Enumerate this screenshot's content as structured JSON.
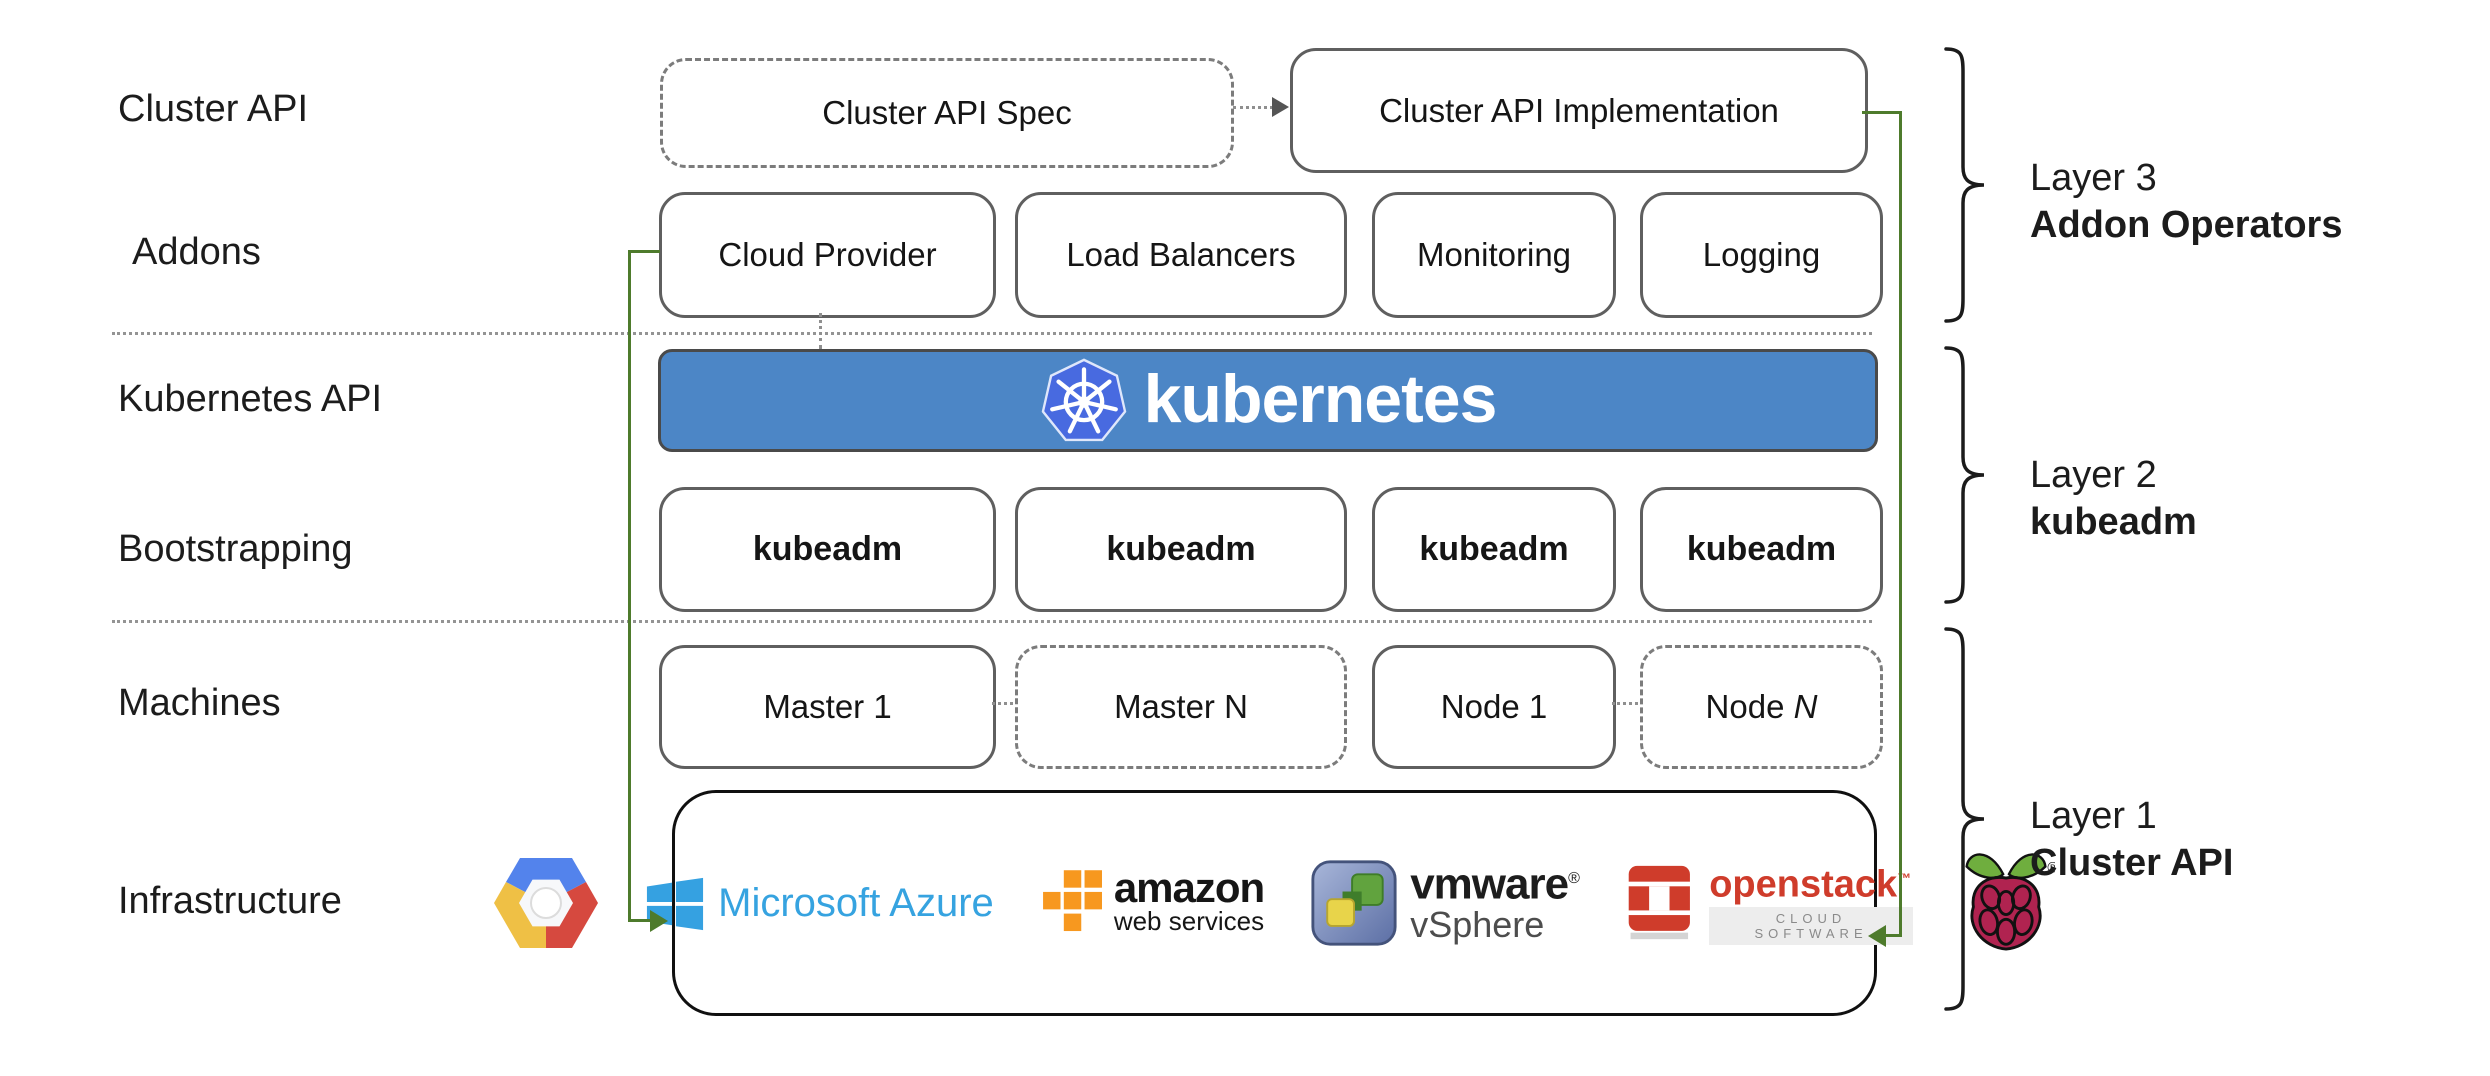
{
  "row_labels": {
    "cluster_api": "Cluster API",
    "addons": "Addons",
    "kubernetes_api": "Kubernetes API",
    "bootstrapping": "Bootstrapping",
    "machines": "Machines",
    "infrastructure": "Infrastructure"
  },
  "cluster_api_row": {
    "spec_label": "Cluster API Spec",
    "implementation_label": "Cluster API Implementation"
  },
  "addons": [
    "Cloud Provider",
    "Load Balancers",
    "Monitoring",
    "Logging"
  ],
  "kubernetes": {
    "brand": "kubernetes"
  },
  "bootstrapping": [
    "kubeadm",
    "kubeadm",
    "kubeadm",
    "kubeadm"
  ],
  "machines": [
    {
      "label": "Master 1"
    },
    {
      "label": "Master N"
    },
    {
      "label": "Node 1"
    },
    {
      "label": "Node ",
      "italic": "N"
    }
  ],
  "infrastructure": {
    "azure_text": "Microsoft Azure",
    "aws_line1": "amazon",
    "aws_line2": "web services",
    "vmware_line1": "vmware",
    "vmware_reg": "®",
    "vmware_line2": "vSphere",
    "openstack_text": "openstack",
    "openstack_tm": "™",
    "openstack_sub": "CLOUD SOFTWARE",
    "raspberry_reg": "®"
  },
  "layers": [
    {
      "line1": "Layer 3",
      "line2": "Addon Operators"
    },
    {
      "line1": "Layer 2",
      "line2": "kubeadm"
    },
    {
      "line1": "Layer 1",
      "line2": "Cluster API"
    }
  ],
  "colors": {
    "banner_blue": "#4c86c6",
    "k8s_logo_blue": "#486ae0",
    "connector_green": "#4e7b2c",
    "azure_blue": "#36a3e0",
    "aws_orange": "#f7981f",
    "openstack_red": "#cf3c2b",
    "raspberry_red": "#b02350",
    "leaf_green": "#6fae3e",
    "gcp_blue": "#5383ec",
    "gcp_red": "#d6493f",
    "gcp_yellow": "#efc045"
  }
}
